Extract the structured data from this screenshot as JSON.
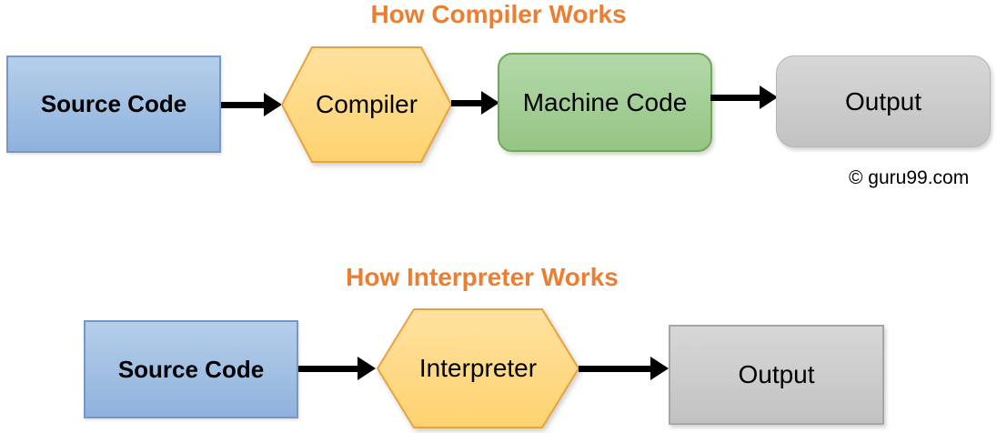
{
  "compiler_section": {
    "title": "How Compiler Works",
    "source_code_label": "Source Code",
    "compiler_label": "Compiler",
    "machine_code_label": "Machine Code",
    "output_label": "Output"
  },
  "interpreter_section": {
    "title": "How Interpreter Works",
    "source_code_label": "Source Code",
    "interpreter_label": "Interpreter",
    "output_label": "Output"
  },
  "watermark": "© guru99.com",
  "colors": {
    "title_orange": "#ED7D31",
    "blue_fill_top": "#b5cfea",
    "blue_fill_bottom": "#8fb2dd",
    "blue_border": "#7499c9",
    "yellow_fill_top": "#ffe2a0",
    "yellow_fill_bottom": "#fed26f",
    "yellow_border": "#e8a33d",
    "green_fill_top": "#b3d8a9",
    "green_fill_bottom": "#95c585",
    "green_border": "#72a757",
    "gray_fill_top": "#d7d7d7",
    "gray_fill_bottom": "#c2c2c2",
    "gray_border": "#a6a6a6",
    "arrow_black": "#000000",
    "text_black": "#000000"
  }
}
